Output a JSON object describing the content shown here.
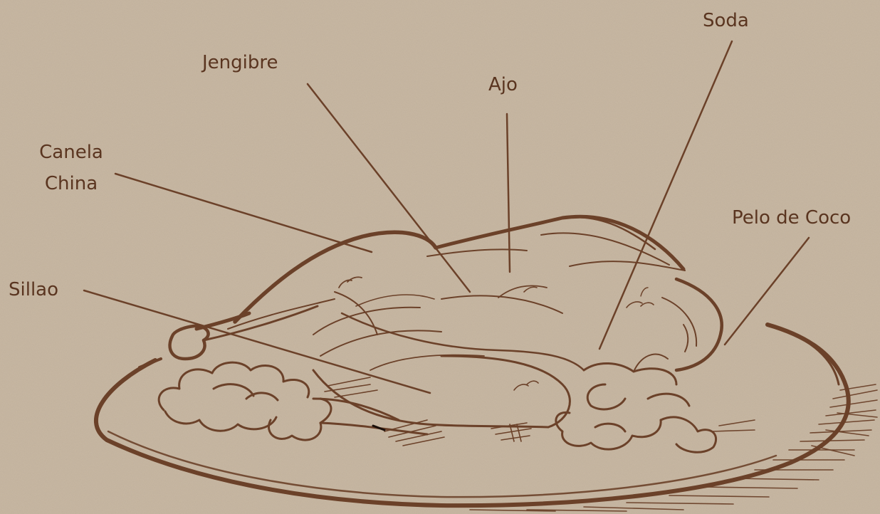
{
  "diagram": {
    "labels": {
      "soda": "Soda",
      "jengibre": "Jengibre",
      "ajo": "Ajo",
      "canela_line1": "Canela",
      "canela_line2": "China",
      "pelo_de_coco": "Pelo de Coco",
      "sillao": "Sillao"
    }
  },
  "colors": {
    "background": "#c5b49e",
    "ink": "#6b4129",
    "label_text": "#5a3520"
  }
}
